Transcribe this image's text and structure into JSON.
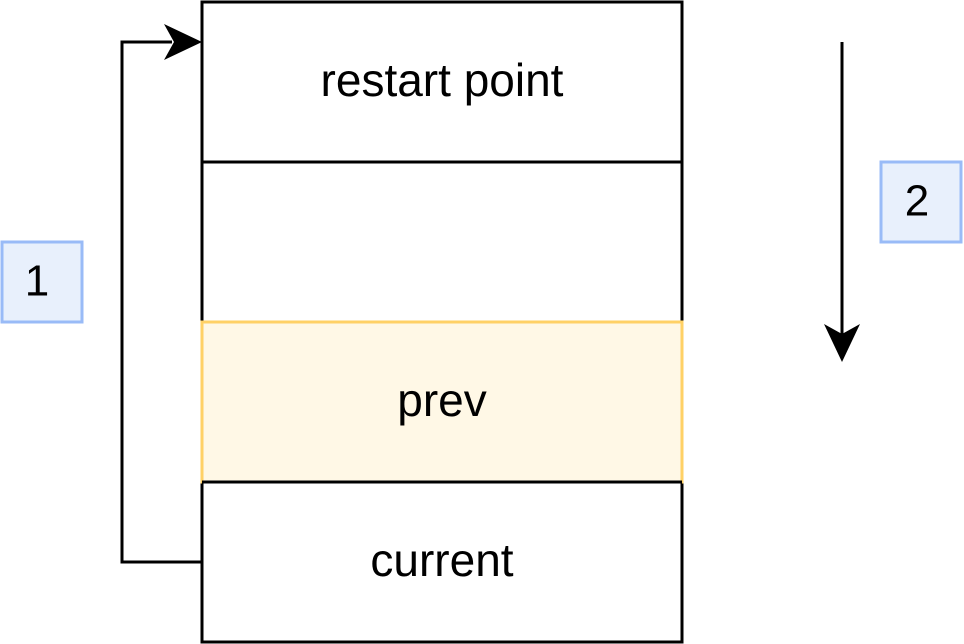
{
  "stack": {
    "cells": [
      {
        "id": "restart",
        "label": "restart point",
        "fill": "#ffffff",
        "stroke": "#000000"
      },
      {
        "id": "empty",
        "label": "",
        "fill": "#ffffff",
        "stroke": "#000000"
      },
      {
        "id": "prev",
        "label": "prev",
        "fill": "#fff8e6",
        "stroke": "#ffd166"
      },
      {
        "id": "current",
        "label": "current",
        "fill": "#ffffff",
        "stroke": "#000000"
      }
    ]
  },
  "badges": {
    "one": {
      "label": "1",
      "fill": "#e8f0fc",
      "stroke": "#99bbf7"
    },
    "two": {
      "label": "2",
      "fill": "#e8f0fc",
      "stroke": "#99bbf7"
    }
  },
  "colors": {
    "line": "#000000"
  }
}
